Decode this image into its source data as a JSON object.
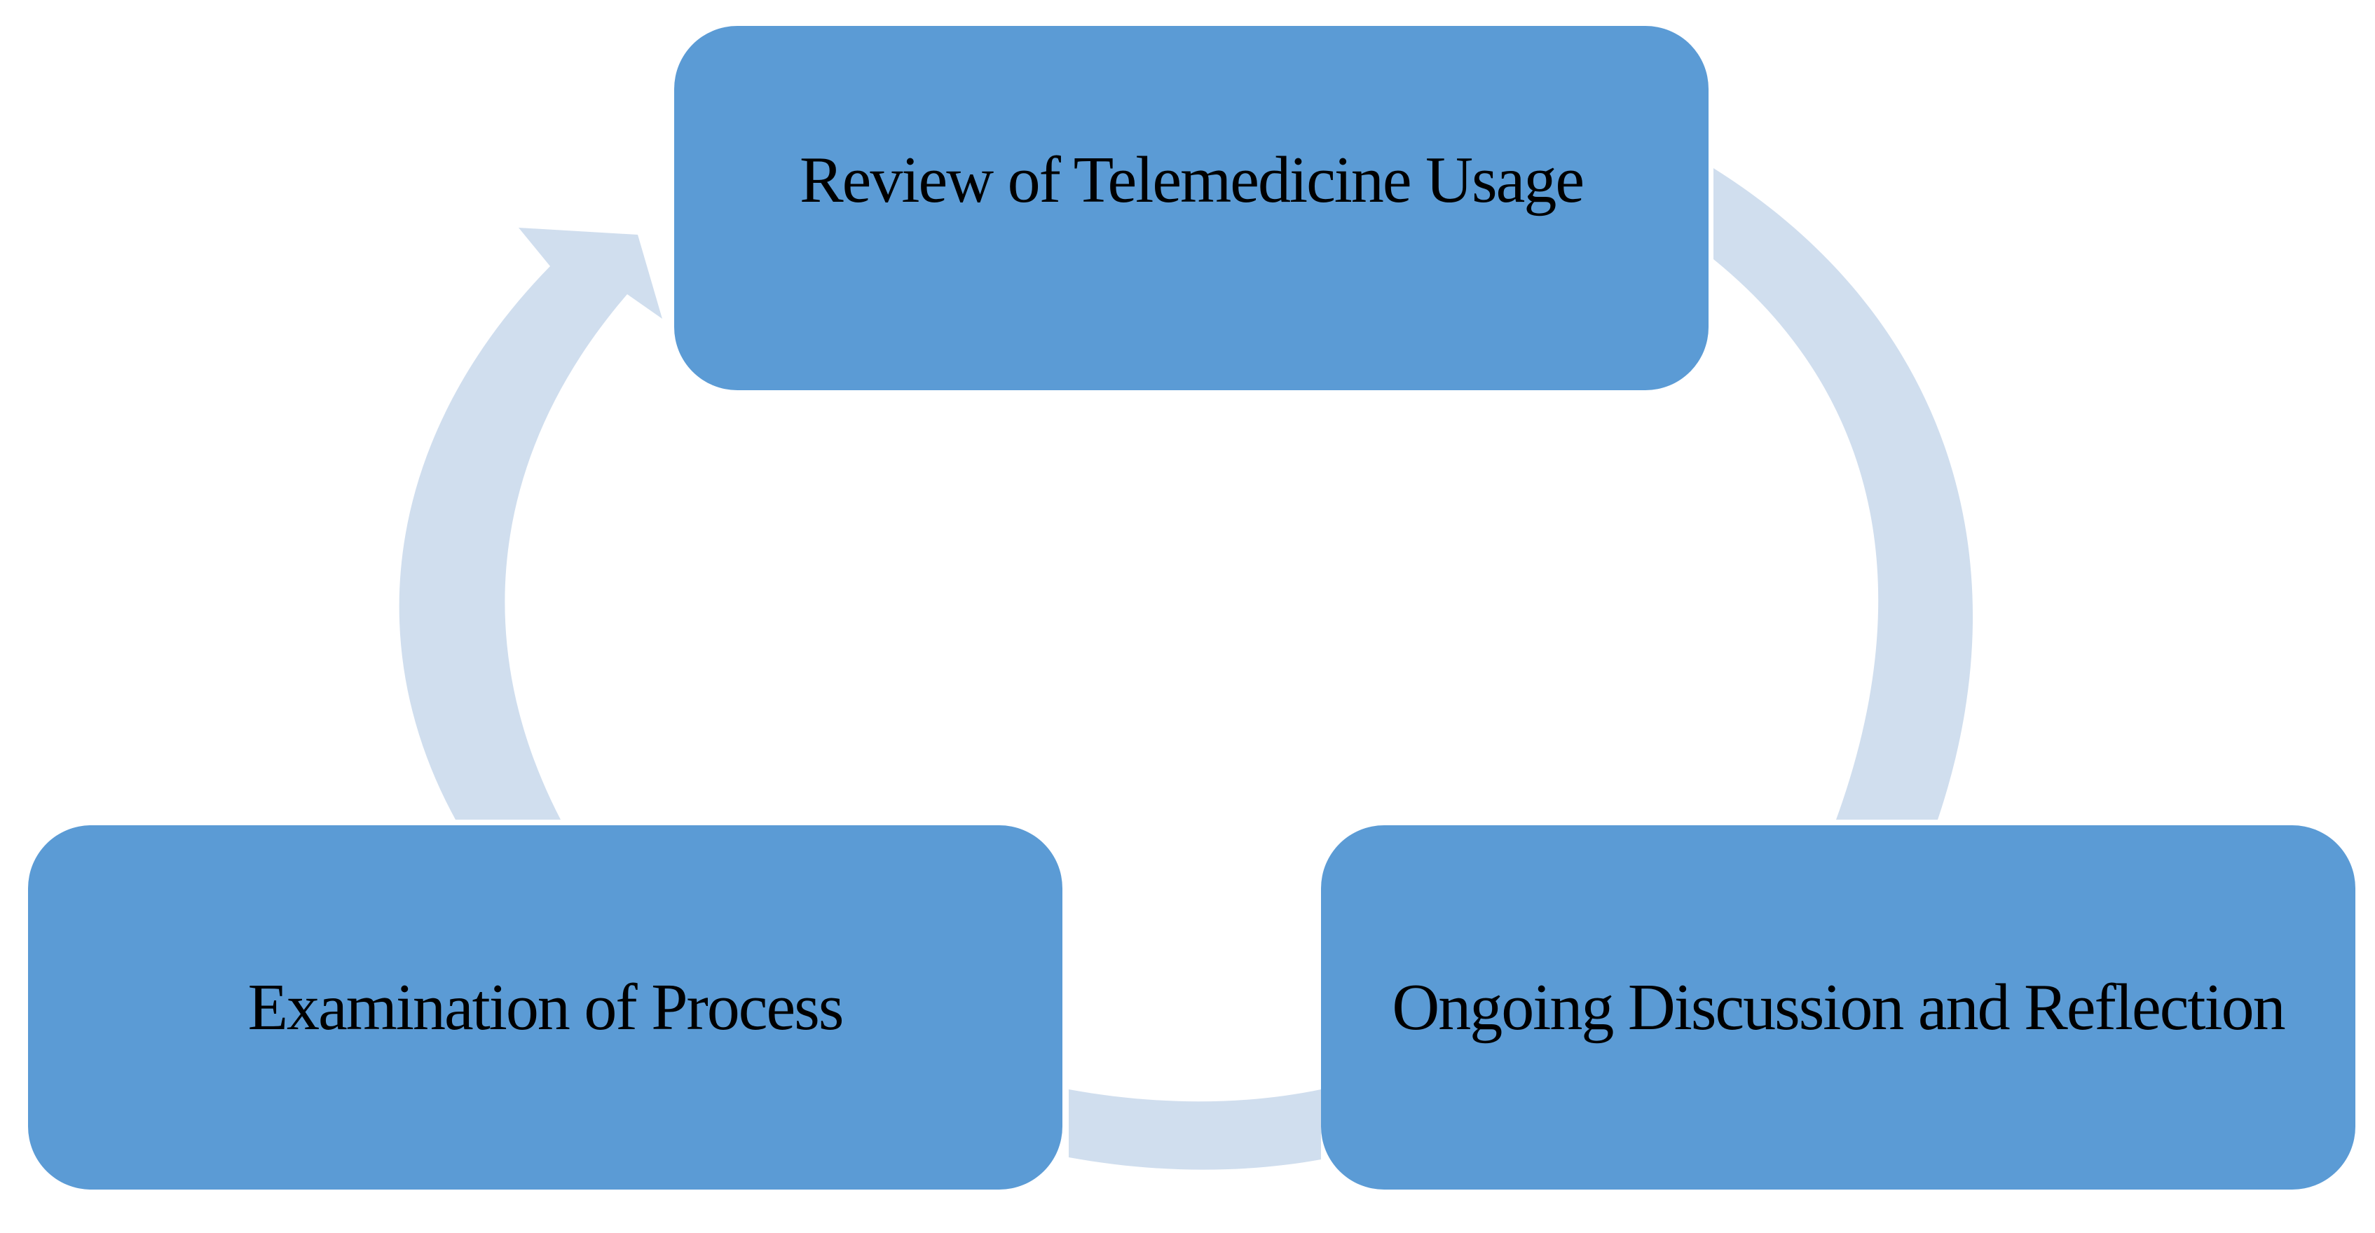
{
  "diagram": {
    "type": "cycle",
    "colors": {
      "box_fill": "#5b9bd5",
      "arrow_fill": "#d0deee",
      "text": "#000000"
    },
    "nodes": [
      {
        "id": "review",
        "label": "Review of Telemedicine Usage"
      },
      {
        "id": "discussion",
        "label": "Ongoing Discussion and Reflection"
      },
      {
        "id": "examination",
        "label": "Examination of Process"
      }
    ],
    "edges": [
      {
        "from": "review",
        "to": "discussion"
      },
      {
        "from": "discussion",
        "to": "examination"
      },
      {
        "from": "examination",
        "to": "review"
      }
    ]
  }
}
